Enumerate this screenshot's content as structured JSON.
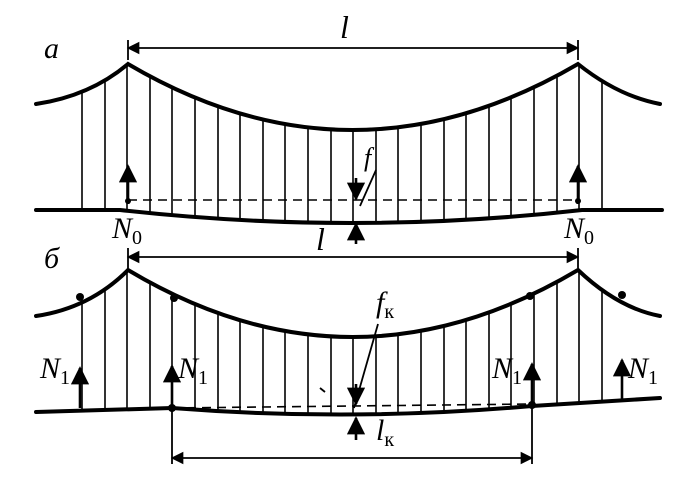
{
  "panel_a": {
    "letter": "а",
    "span_label": "l",
    "sag_label": "f",
    "support_force_left": {
      "main": "N",
      "sub": "0"
    },
    "support_force_right": {
      "main": "N",
      "sub": "0"
    }
  },
  "panel_b": {
    "letter": "б",
    "span_label": "l",
    "sag_label": {
      "main": "f",
      "sub": "к"
    },
    "bottom_span_label": {
      "main": "l",
      "sub": "к"
    },
    "force_far_left": {
      "main": "N",
      "sub": "1"
    },
    "force_inner_left": {
      "main": "N",
      "sub": "1"
    },
    "force_inner_right": {
      "main": "N",
      "sub": "1"
    },
    "force_far_right": {
      "main": "N",
      "sub": "1"
    }
  }
}
